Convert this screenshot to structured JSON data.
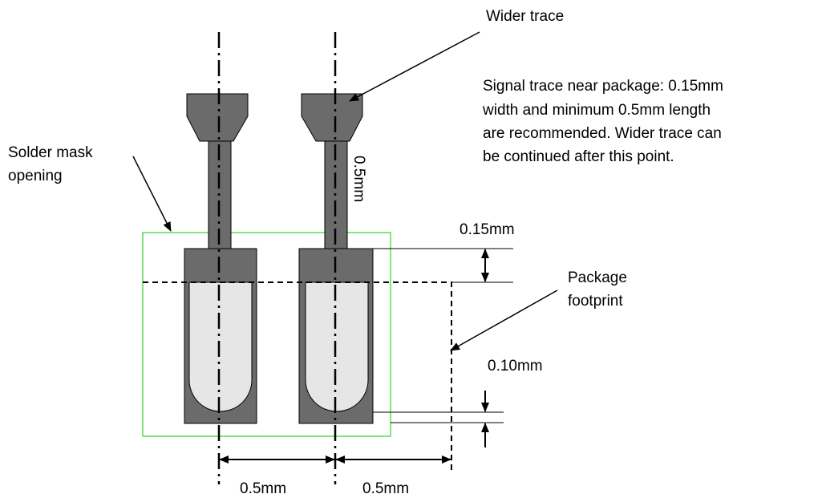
{
  "labels": {
    "wider_trace": "Wider trace",
    "note_lines": [
      "Signal trace near package: 0.15mm",
      "width and minimum 0.5mm length",
      "are recommended. Wider trace can",
      "be continued after this point."
    ],
    "solder_mask_lines": [
      "Solder mask",
      "opening"
    ],
    "package_footprint_lines": [
      "Package",
      "footprint"
    ],
    "dim_trace_length": "0.5mm",
    "dim_0_15": "0.15mm",
    "dim_0_10": "0.10mm",
    "dim_pitch_left": "0.5mm",
    "dim_pitch_right": "0.5mm"
  },
  "colors": {
    "pad_fill": "#6b6b6b",
    "opening_fill": "#e6e6e6",
    "mask_outline": "#55dd55",
    "line": "#000000"
  }
}
